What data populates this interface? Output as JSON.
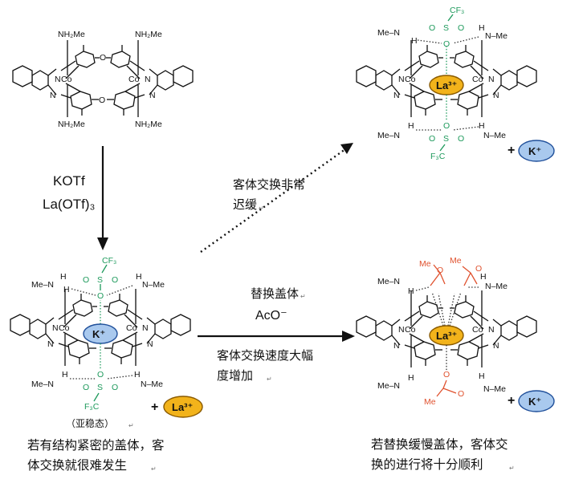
{
  "cage_atoms": {
    "nh2me": "NH₂Me",
    "n": "N",
    "co": "Co",
    "o": "O",
    "me_n": "Me–N",
    "n_me": "N–Me",
    "h": "H",
    "s": "S",
    "cf3": "CF₃",
    "f3c": "F₃C",
    "me": "Me"
  },
  "ions": {
    "potassium": "K⁺",
    "lanthanum": "La³⁺"
  },
  "plus": "+",
  "arrows": {
    "down_reagent_1": "KOTf",
    "down_reagent_2": "La(OTf)₃",
    "dotted_label_line1": "客体交换非常",
    "dotted_label_line2": "迟缓",
    "right_label_top": "替换盖体",
    "right_reagent": "AcO⁻",
    "right_label_bottom_line1": "客体交换速度大幅",
    "right_label_bottom_line2": "度增加"
  },
  "captions": {
    "metastable": "（亚稳态）",
    "left_line1": "若有结构紧密的盖体，客",
    "left_line2": "体交换就很难发生",
    "right_line1": "若替换缓慢盖体，客体交",
    "right_line2": "换的进行将十分顺利"
  },
  "colors": {
    "triflate_green": "#1e9a5c",
    "acetate_red": "#e0522f",
    "potassium_fill": "#a9c9ee",
    "lanthanum_fill": "#f2b31b"
  }
}
